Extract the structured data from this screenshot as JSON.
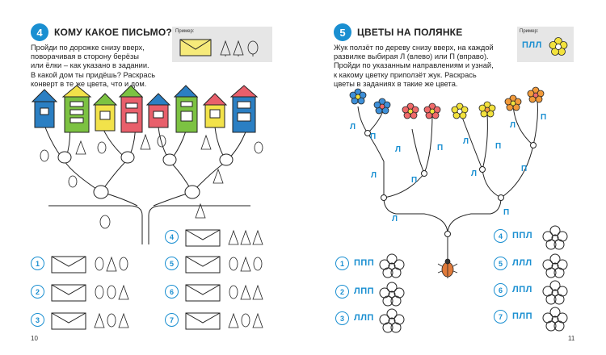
{
  "left": {
    "task_number": "4",
    "title": "КОМУ КАКОЕ ПИСЬМО?",
    "instructions": [
      "Пройди по дорожке снизу вверх,",
      "поворачивая в сторону берёзы",
      "или ёлки – как указано в задании.",
      "В какой дом ты придёшь? Раскрась",
      "конверт в те же цвета, что и дом."
    ],
    "example_label": "Пример:",
    "answer_rows": [
      {
        "number": "1"
      },
      {
        "number": "2"
      },
      {
        "number": "3"
      },
      {
        "number": "4"
      },
      {
        "number": "5"
      },
      {
        "number": "6"
      },
      {
        "number": "7"
      }
    ],
    "page_number": "10",
    "colors": {
      "accent": "#1a8fd1",
      "blue": "#2b7fc3",
      "green": "#7cc242",
      "yellow": "#f2e24a",
      "red": "#e85f6b",
      "envelope": "#f6ea7a"
    }
  },
  "right": {
    "task_number": "5",
    "title": "ЦВЕТЫ НА ПОЛЯНКЕ",
    "instructions": [
      "Жук ползёт по дереву снизу вверх, на каждой",
      "развилке выбирая Л (влево) или П (вправо).",
      "Пройди по указанным направлениям и узнай,",
      "к какому цветку приползёт жук. Раскрась",
      "цветы в заданиях в такие же цвета."
    ],
    "example_label": "Пример:",
    "example_code": "ПЛЛ",
    "branch_labels": [
      "Л",
      "П",
      "Л",
      "П",
      "Л",
      "П",
      "Л",
      "П",
      "Л",
      "П",
      "Л",
      "П",
      "Л",
      "П"
    ],
    "answers_left": [
      {
        "number": "1",
        "code": "ППП"
      },
      {
        "number": "2",
        "code": "ЛПП"
      },
      {
        "number": "3",
        "code": "ЛЛП"
      }
    ],
    "answers_right": [
      {
        "number": "4",
        "code": "ППЛ"
      },
      {
        "number": "5",
        "code": "ЛЛЛ"
      },
      {
        "number": "6",
        "code": "ЛПЛ"
      },
      {
        "number": "7",
        "code": "ПЛП"
      }
    ],
    "page_number": "11",
    "colors": {
      "blue": "#3d8fd8",
      "red": "#f06a6a",
      "yellow": "#f3e23c",
      "orange": "#f29a3a"
    }
  }
}
